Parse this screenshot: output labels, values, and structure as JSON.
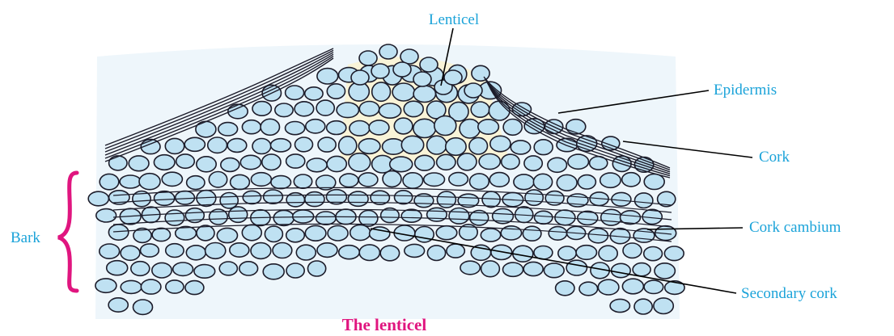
{
  "labels": {
    "lenticel": "Lenticel",
    "epidermis": "Epidermis",
    "cork": "Cork",
    "cork_cambium": "Cork cambium",
    "secondary_cork": "Secondary  cork",
    "bark": "Bark"
  },
  "caption": "The lenticel",
  "colors": {
    "label": "#1ba3d9",
    "caption": "#e0157f",
    "bracket": "#e0157f",
    "cell_fill": "#bfe1f2",
    "cell_stroke": "#1c1c2a",
    "lenticel_bg": "#fbf4cf",
    "background_wash": "#eef6fb"
  }
}
